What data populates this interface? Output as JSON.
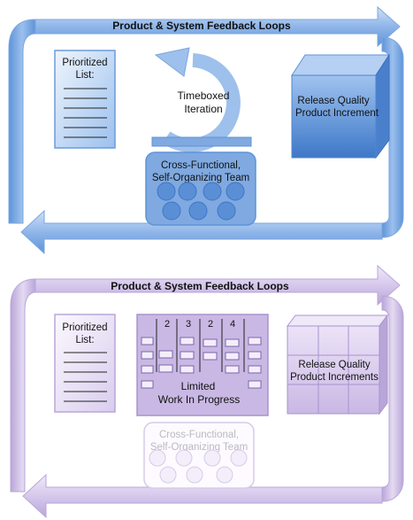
{
  "top": {
    "loop_label": "Product & System Feedback Loops",
    "prioritized_list": [
      "Prioritized",
      "List:"
    ],
    "iteration": [
      "Timeboxed",
      "Iteration"
    ],
    "release": [
      "Release Quality",
      "Product Increment"
    ],
    "team": [
      "Cross-Functional,",
      "Self-Organizing Team"
    ]
  },
  "bottom": {
    "loop_label": "Product & System Feedback Loops",
    "prioritized_list": [
      "Prioritized",
      "List:"
    ],
    "wip_limits": [
      "2",
      "3",
      "2",
      "4"
    ],
    "wip": [
      "Limited",
      "Work In Progress"
    ],
    "release": [
      "Release Quality",
      "Product Increments"
    ],
    "team": [
      "Cross-Functional,",
      "Self-Organizing Team"
    ]
  },
  "colors": {
    "top_accent": "#5b93d8",
    "bottom_accent": "#b9a6d9"
  }
}
